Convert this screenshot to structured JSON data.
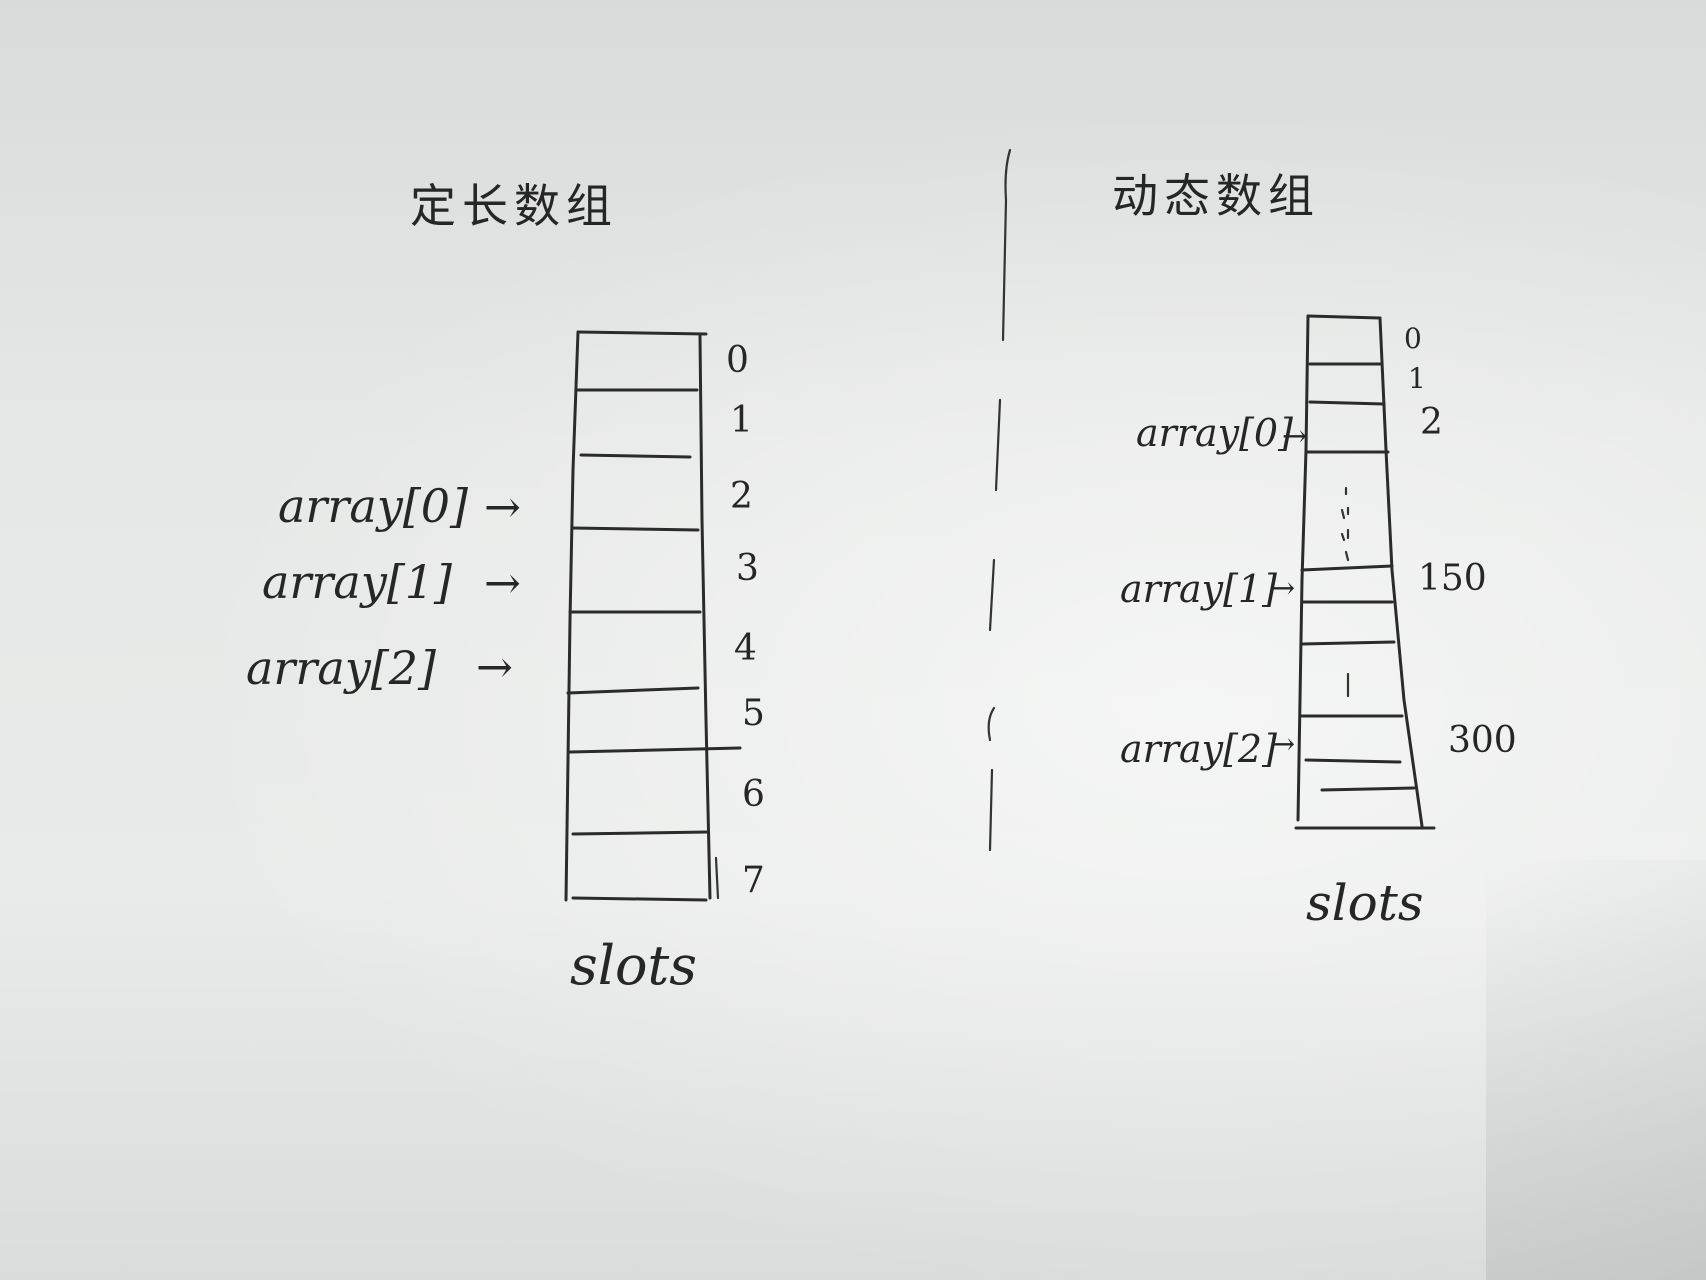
{
  "left_panel": {
    "title": "定长数组",
    "pointers": [
      "array[0]",
      "array[1]",
      "array[2]"
    ],
    "slot_indices": [
      "0",
      "1",
      "2",
      "3",
      "4",
      "5",
      "6",
      "7"
    ],
    "caption": "slots"
  },
  "right_panel": {
    "title": "动态数组",
    "pointers": [
      "array[0]",
      "array[1]",
      "array[2]"
    ],
    "slot_indices": [
      "0",
      "1",
      "2",
      "150",
      "300"
    ],
    "caption": "slots"
  },
  "glyphs": {
    "arrow": "→"
  }
}
